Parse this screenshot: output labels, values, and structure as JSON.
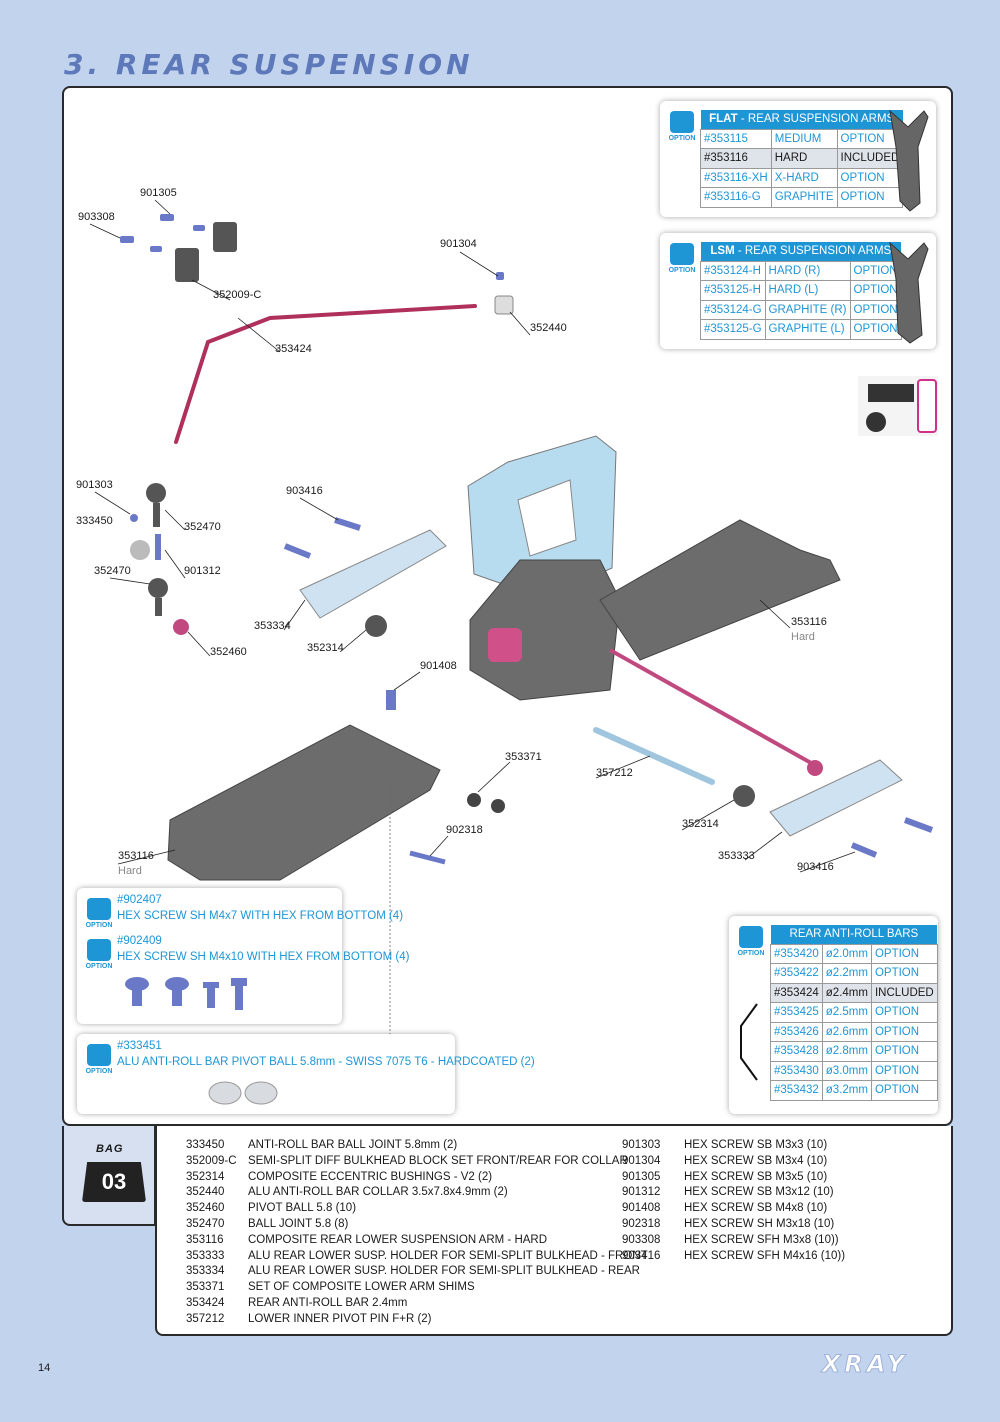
{
  "title": "3. REAR SUSPENSION",
  "page_number": "14",
  "brand": "XRAY",
  "bag": {
    "word": "BAG",
    "number": "03"
  },
  "option_word": "OPTION",
  "flat_table": {
    "header_bold": "FLAT",
    "header_rest": " - REAR SUSPENSION ARMS",
    "rows": [
      [
        "#353115",
        "MEDIUM",
        "OPTION"
      ],
      [
        "#353116",
        "HARD",
        "INCLUDED"
      ],
      [
        "#353116-XH",
        "X-HARD",
        "OPTION"
      ],
      [
        "#353116-G",
        "GRAPHITE",
        "OPTION"
      ]
    ],
    "included_row": 1
  },
  "lsm_table": {
    "header_bold": "LSM",
    "header_rest": " - REAR SUSPENSION ARMS",
    "rows": [
      [
        "#353124-H",
        "HARD (R)",
        "OPTION"
      ],
      [
        "#353125-H",
        "HARD (L)",
        "OPTION"
      ],
      [
        "#353124-G",
        "GRAPHITE (R)",
        "OPTION"
      ],
      [
        "#353125-G",
        "GRAPHITE (L)",
        "OPTION"
      ]
    ]
  },
  "antiroll_table": {
    "header": "REAR ANTI-ROLL BARS",
    "rows": [
      [
        "#353420",
        "ø2.0mm",
        "OPTION"
      ],
      [
        "#353422",
        "ø2.2mm",
        "OPTION"
      ],
      [
        "#353424",
        "ø2.4mm",
        "INCLUDED"
      ],
      [
        "#353425",
        "ø2.5mm",
        "OPTION"
      ],
      [
        "#353426",
        "ø2.6mm",
        "OPTION"
      ],
      [
        "#353428",
        "ø2.8mm",
        "OPTION"
      ],
      [
        "#353430",
        "ø3.0mm",
        "OPTION"
      ],
      [
        "#353432",
        "ø3.2mm",
        "OPTION"
      ]
    ],
    "included_row": 2
  },
  "screw_option": {
    "a_code": "#902407",
    "a_desc": "HEX SCREW SH M4x7 WITH HEX FROM BOTTOM  (4)",
    "b_code": "#902409",
    "b_desc": "HEX SCREW SH M4x10 WITH HEX FROM BOTTOM  (4)"
  },
  "ball_option": {
    "code": "#333451",
    "desc": "ALU ANTI-ROLL BAR PIVOT BALL 5.8mm - SWISS 7075 T6 - HARDCOATED (2)"
  },
  "callouts": {
    "c901305": "901305",
    "c903308": "903308",
    "c352009c": "352009-C",
    "c901304": "901304",
    "c352440": "352440",
    "c353424": "353424",
    "c901303": "901303",
    "c352470a": "352470",
    "c333450": "333450",
    "c901312": "901312",
    "c352470b": "352470",
    "c352460": "352460",
    "c903416a": "903416",
    "c353334": "353334",
    "c352314a": "352314",
    "c353116a": "353116",
    "c353116a_sub": "Hard",
    "c901408": "901408",
    "c353371": "353371",
    "c357212": "357212",
    "c902318": "902318",
    "c352314b": "352314",
    "c353116b": "353116",
    "c353116b_sub": "Hard",
    "c353333": "353333",
    "c903416b": "903416"
  },
  "parts_left": [
    [
      "333450",
      "ANTI-ROLL BAR BALL JOINT 5.8mm (2)"
    ],
    [
      "352009-C",
      "SEMI-SPLIT DIFF BULKHEAD BLOCK SET FRONT/REAR FOR COLLAR"
    ],
    [
      "352314",
      "COMPOSITE ECCENTRIC BUSHINGS - V2 (2)"
    ],
    [
      "352440",
      "ALU ANTI-ROLL BAR COLLAR 3.5x7.8x4.9mm (2)"
    ],
    [
      "352460",
      "PIVOT BALL 5.8 (10)"
    ],
    [
      "352470",
      "BALL JOINT 5.8 (8)"
    ],
    [
      "353116",
      "COMPOSITE REAR LOWER SUSPENSION ARM - HARD"
    ],
    [
      "353333",
      "ALU REAR LOWER SUSP. HOLDER FOR SEMI-SPLIT BULKHEAD - FRONT"
    ],
    [
      "353334",
      "ALU REAR LOWER SUSP. HOLDER FOR SEMI-SPLIT BULKHEAD - REAR"
    ],
    [
      "353371",
      "SET OF COMPOSITE LOWER ARM SHIMS"
    ],
    [
      "353424",
      "REAR ANTI-ROLL BAR 2.4mm"
    ],
    [
      "357212",
      "LOWER INNER PIVOT PIN F+R  (2)"
    ]
  ],
  "parts_right": [
    [
      "901303",
      "HEX SCREW  SB M3x3  (10)"
    ],
    [
      "901304",
      "HEX SCREW  SB M3x4  (10)"
    ],
    [
      "901305",
      "HEX SCREW  SB M3x5  (10)"
    ],
    [
      "901312",
      "HEX SCREW  SB M3x12  (10)"
    ],
    [
      "901408",
      "HEX SCREW  SB M4x8  (10)"
    ],
    [
      "902318",
      "HEX SCREW  SH M3x18  (10)"
    ],
    [
      "903308",
      "HEX SCREW  SFH M3x8  (10))"
    ],
    [
      "903416",
      "HEX SCREW  SFH M4x16  (10))"
    ]
  ]
}
